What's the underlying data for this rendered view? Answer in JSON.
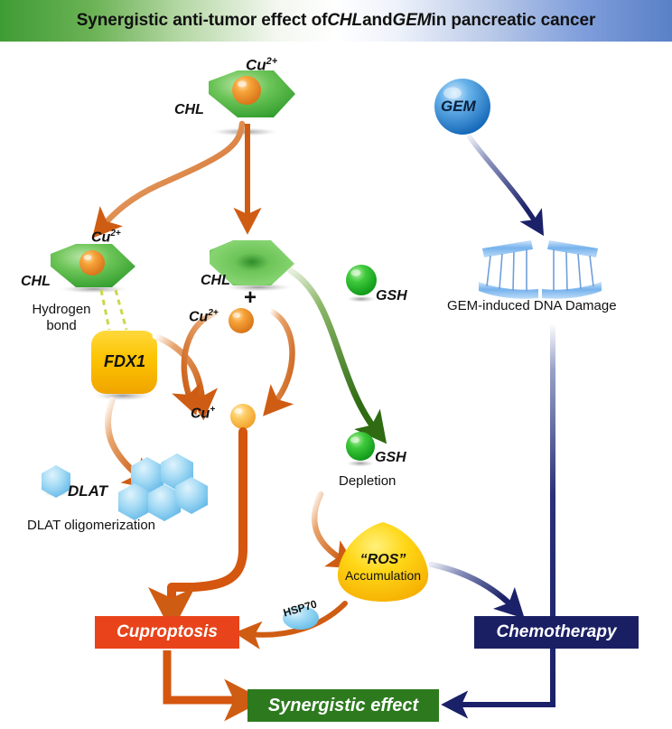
{
  "banner": {
    "title_pre": "Synergistic anti-tumor effect of ",
    "title_chl": "CHL",
    "title_mid": " and ",
    "title_gem": "GEM",
    "title_post": " in pancreatic cancer"
  },
  "colors": {
    "banner_green": "#3f9c35",
    "banner_blue": "#5a80c6",
    "chl_green": "#54b747",
    "cu2_orange": "#ef8b22",
    "cu1_orange": "#fbbd4e",
    "gsh_green": "#2cb431",
    "gem_blue": "#3a8fd4",
    "dlat_blue": "#9fd6f2",
    "fdx1_yellow": "#fcc800",
    "ros_yellow": "#ffd400",
    "cuproptosis_box": "#e8431a",
    "chemo_box": "#1a1f63",
    "synergy_box": "#2d7a1e",
    "arrow_orange": "#cf5c13",
    "arrow_navy": "#22276e",
    "arrow_darkgreen": "#2f6b12",
    "hbond_green": "#cbd84a",
    "dna_blue": "#6aa9e8",
    "hsp70_blue": "#8ed2f0"
  },
  "nodes": {
    "chl_top": {
      "label": "CHL",
      "ion": "Cu",
      "ion_charge": "2+"
    },
    "chl_left": {
      "label": "CHL",
      "ion": "Cu",
      "ion_charge": "2+"
    },
    "chl_center": {
      "label": "CHL"
    },
    "plus_sign": "+",
    "hydrogen_bond": {
      "line1": "Hydrogen",
      "line2": "bond"
    },
    "fdx1": {
      "label": "FDX1"
    },
    "cu2": {
      "label": "Cu",
      "charge": "2+"
    },
    "cu1": {
      "label": "Cu",
      "charge": "+"
    },
    "gsh_top": {
      "label": "GSH"
    },
    "gsh_bottom": {
      "label": "GSH",
      "caption": "Depletion"
    },
    "dlat": {
      "label": "DLAT",
      "caption": "DLAT oligomerization"
    },
    "ros": {
      "line1": "“ROS”",
      "line2": "Accumulation"
    },
    "hsp70": {
      "label": "HSP70"
    },
    "gem": {
      "label": "GEM"
    },
    "dna_damage": {
      "caption": "GEM-induced DNA Damage"
    }
  },
  "outcome_boxes": {
    "cuproptosis": {
      "label": "Cuproptosis"
    },
    "chemotherapy": {
      "label": "Chemotherapy"
    },
    "synergistic": {
      "label": "Synergistic effect"
    }
  }
}
